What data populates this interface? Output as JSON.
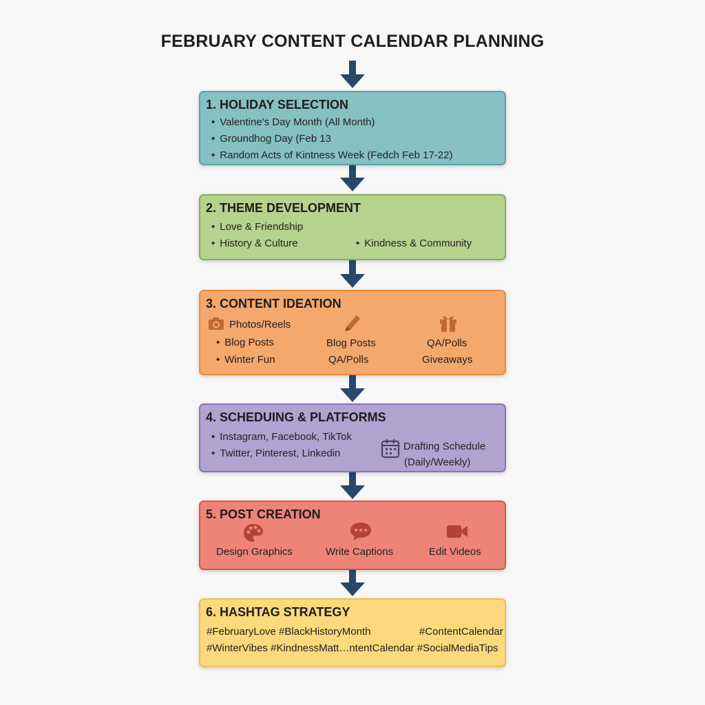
{
  "title": "FEBRUARY CONTENT CALENDAR PLANNING",
  "colors": {
    "arrow": "#27476b",
    "holiday": "#86c0c3",
    "theme": "#b6d28f",
    "ideation": "#f4a86c",
    "scheduling": "#b1a3d0",
    "creation": "#ee8478",
    "hashtag": "#fbd97c"
  },
  "steps": {
    "holiday": {
      "title": "1. HOLIDAY SELECTION",
      "items": [
        "Valentine's Day Month (All Month)",
        "Groundhog Day (Feb 13",
        "Random Acts of Kintness Week (Fedch Feb 17-22)"
      ]
    },
    "theme": {
      "title": "2. THEME DEVELOPMENT",
      "items": [
        "Love & Friendship",
        "History & Culture",
        "Kindness & Community"
      ]
    },
    "ideation": {
      "title": "3. CONTENT IDEATION",
      "col1": {
        "icon": "camera-icon",
        "head": "Photos/Reels",
        "items": [
          "Blog Posts",
          "Winter Fun"
        ]
      },
      "col2": {
        "icon": "pencil-icon",
        "items": [
          "Blog Posts",
          "QA/Polls"
        ]
      },
      "col3": {
        "icon": "gift-icon",
        "items": [
          "QA/Polls",
          "Giveaways"
        ]
      }
    },
    "scheduling": {
      "title": "4. SCHEDUING & PLATFORMS",
      "items": [
        "Instagram, Facebook, TikTok",
        "Twitter, Pinterest, Linkedin"
      ],
      "schedule": {
        "icon": "calendar-icon",
        "line1": "Drafting Schedule",
        "line2": "(Daily/Weekly)"
      }
    },
    "creation": {
      "title": "5. POST CREATION",
      "tasks": [
        {
          "icon": "palette-icon",
          "label": "Design Graphics"
        },
        {
          "icon": "speech-bubble-icon",
          "label": "Write Captions"
        },
        {
          "icon": "video-camera-icon",
          "label": "Edit Videos"
        }
      ]
    },
    "hashtag": {
      "title": "6. HASHTAG STRATEGY",
      "row1a": "#FebruaryLove #BlackHistoryMonth",
      "row1b": "#ContentCalendar",
      "row2": "#WinterVibes #KindnessMatt…ntentCalendar #SocialMediaTips"
    }
  }
}
